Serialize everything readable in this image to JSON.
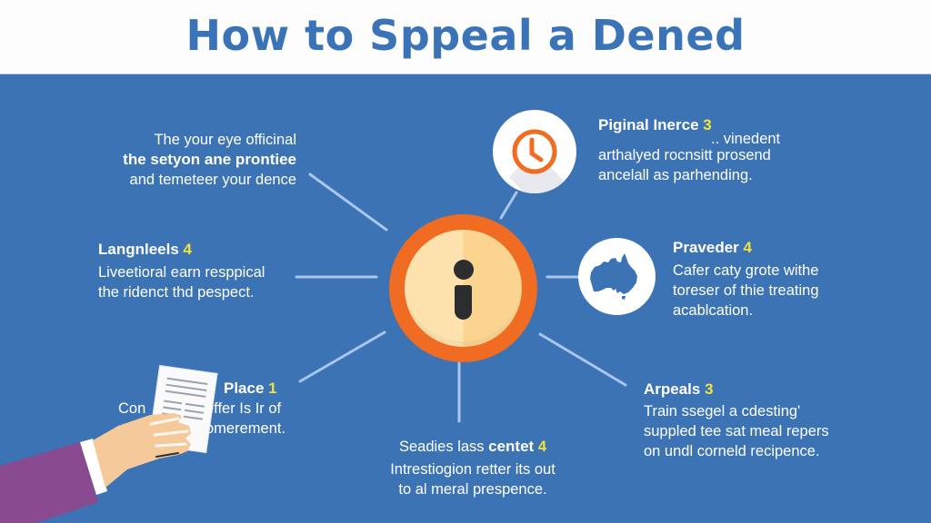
{
  "header": {
    "title": "How to Sppeal a Dened"
  },
  "colors": {
    "background": "#3c73b4",
    "header_bg": "#fdfdfd",
    "title": "#3a73b8",
    "hub_ring": "#ef6c22",
    "hub_fill": "#fde2ad",
    "accent_number": "#f4e13a",
    "connector": "#a9c6ef",
    "sleeve": "#8a4a8f",
    "skin": "#f6c99a"
  },
  "hub": {
    "icon": "info-icon"
  },
  "nodes": {
    "clock": {
      "icon": "clock-icon"
    },
    "map": {
      "icon": "australia-map-icon"
    },
    "document": {
      "icon": "hand-holding-document-icon"
    }
  },
  "sections": {
    "top_left": {
      "line1": "The your eye officinal",
      "line2": "the setyon ane prontiee",
      "line3": "and temeteer your dence"
    },
    "top_right": {
      "heading": "Piginal Inerce",
      "number": "3",
      "line0": ".. vinedent",
      "line1": "arthalyed rocnsitt prosend",
      "line2": "ancelall as parhending."
    },
    "mid_left": {
      "heading": "Langnleels",
      "number": "4",
      "line1": "Liveetioral earn resppical",
      "line2": "the ridenct thd pespect."
    },
    "mid_right": {
      "heading": "Praveder",
      "number": "4",
      "line1": "Cafer caty grote withe",
      "line2": "toreser of thie treating",
      "line3": "acablcation."
    },
    "bottom_left": {
      "heading": "Place",
      "number": "1",
      "line1_start": "Con",
      "line1_end": "effer Is Ir of",
      "line2": "omerement."
    },
    "bottom_center": {
      "heading_light": "Seadies lass",
      "heading_bold": "centet",
      "number": "4",
      "line1": "Intrestiogion retter its out",
      "line2": "to al meral prespence."
    },
    "bottom_right": {
      "heading": "Arpeals",
      "number": "3",
      "line1": "Train ssegel a cdesting'",
      "line2": "suppled tee sat meal repers",
      "line3": "on undl corneld recipence."
    }
  }
}
